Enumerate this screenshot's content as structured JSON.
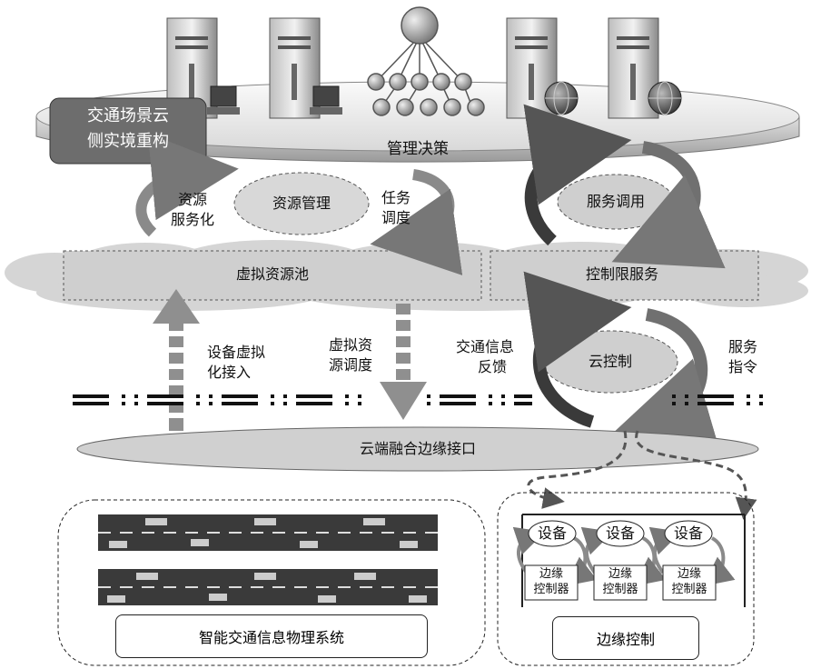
{
  "top_disk_label": "管理决策",
  "scene_box": {
    "line1": "交通场景云",
    "line2": "侧实境重构"
  },
  "resource_management": "资源管理",
  "resource_service": {
    "line1": "资源",
    "line2": "服务化"
  },
  "task_scheduling": {
    "line1": "任务",
    "line2": "调度"
  },
  "service_invocation": "服务调用",
  "virtual_pool": "虚拟资源池",
  "control_service": "控制限服务",
  "device_access": {
    "line1": "设备虚拟",
    "line2": "化接入"
  },
  "virtual_scheduling": {
    "line1": "虚拟资",
    "line2": "源调度"
  },
  "traffic_feedback": {
    "line1": "交通信息",
    "line2": "反馈"
  },
  "cloud_control": "云控制",
  "service_command": {
    "line1": "服务",
    "line2": "指令"
  },
  "edge_interface": "云端融合边缘接口",
  "left_system_label": "智能交通信息物理系统",
  "right_system_label": "边缘控制",
  "devices": [
    {
      "device": "设备",
      "ctrl1": "边缘",
      "ctrl2": "控制器"
    },
    {
      "device": "设备",
      "ctrl1": "边缘",
      "ctrl2": "控制器"
    },
    {
      "device": "设备",
      "ctrl1": "边缘",
      "ctrl2": "控制器"
    }
  ]
}
